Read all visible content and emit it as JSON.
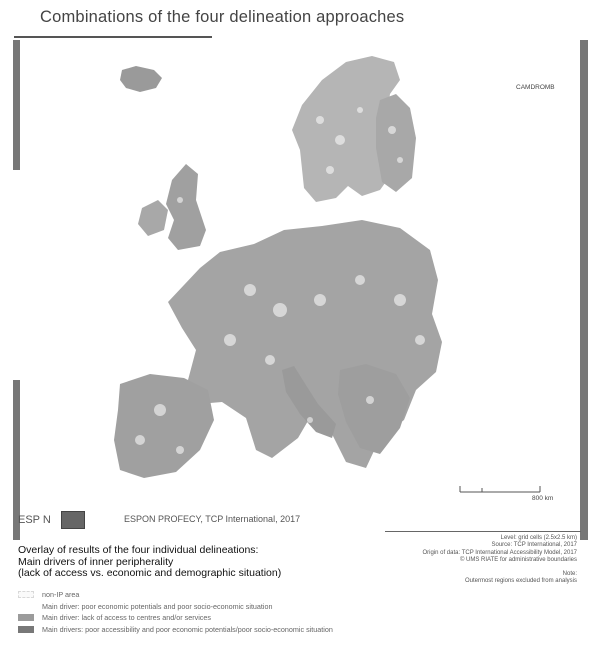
{
  "title": "Combinations of the four delineation approaches",
  "inset_labels": [
    [
      "",
      "CAMDROMB"
    ],
    [
      "",
      ""
    ],
    [
      "",
      ""
    ],
    [
      "",
      ""
    ],
    [
      "",
      ""
    ]
  ],
  "scale_bar": {
    "left": "",
    "right": "800 km"
  },
  "footer": {
    "espon_logo_text": "ESP  N",
    "credit": "ESPON PROFECY, TCP International, 2017",
    "source_lines": [
      "Level: grid cells (2.5x2.5 km)",
      "Source: TCP International, 2017",
      "Origin of data: TCP International Accessibility Model, 2017",
      "© UMS RIATE for administrative boundaries"
    ],
    "note_title": "Note:",
    "note_text": "Outermost regions excluded from analysis"
  },
  "overlay": {
    "line1": "Overlay of results of the four individual delineations:",
    "line2": "Main drivers of inner peripherality",
    "line3": "(lack of access vs. economic and demographic situation)"
  },
  "legend": [
    {
      "label": "non-IP area",
      "swatch": "light"
    },
    {
      "label": "Main driver: poor economic potentials and poor socio-economic situation",
      "swatch": "none"
    },
    {
      "label": "Main driver: lack of access to centres and/or services",
      "swatch": "grey"
    },
    {
      "label": "Main drivers: poor accessibility and poor economic potentials/poor socio-economic situation",
      "swatch": "dark"
    }
  ],
  "colors": {
    "land": "#9a9a9a",
    "ip_dark": "#808080",
    "frame_bar": "#777777"
  }
}
